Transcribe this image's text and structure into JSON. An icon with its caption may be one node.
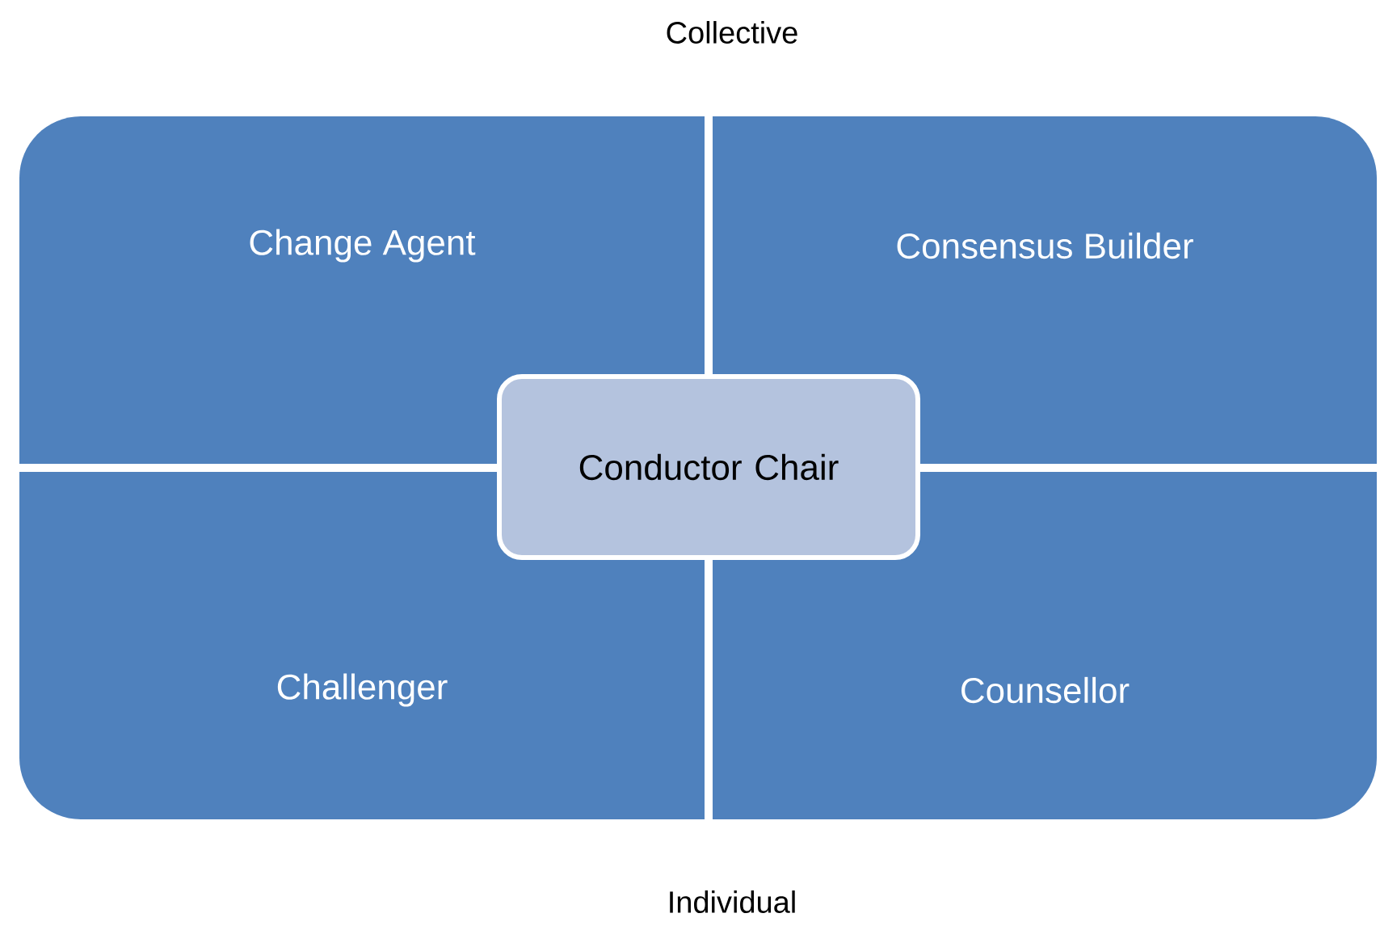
{
  "diagram": {
    "nodes": [
      {
        "text": [
          "Change Agent"
        ]
      },
      {
        "text": [
          "Consensus Builder"
        ]
      },
      {
        "text": [
          "Challenger"
        ]
      },
      {
        "text": [
          "Counsellor"
        ]
      },
      {
        "text": [
          "Conductor Chair"
        ]
      }
    ],
    "labels": [
      "Collective",
      "Individual"
    ]
  }
}
